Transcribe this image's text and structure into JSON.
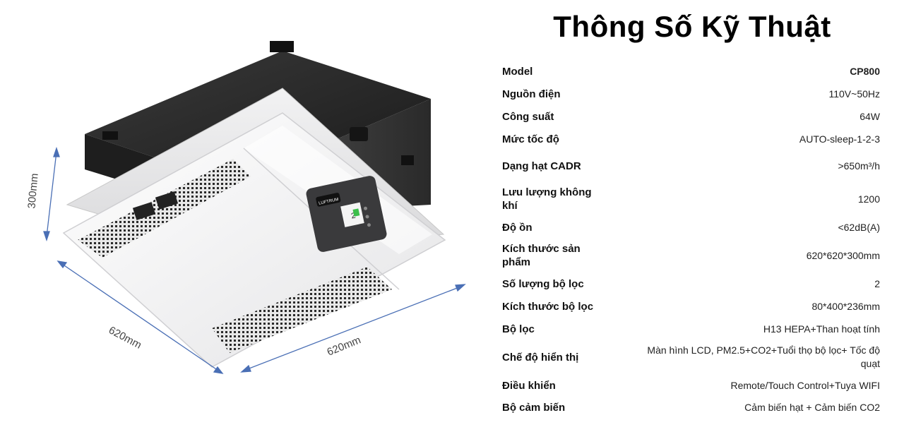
{
  "product": {
    "dimensions": {
      "height": "300mm",
      "depth": "620mm",
      "width": "620mm"
    },
    "display_logo": "LUFTRUM",
    "display_digit": "2"
  },
  "specs": {
    "title": "Thông Số Kỹ Thuật",
    "rows": [
      {
        "key": "Model",
        "value": "CP800"
      },
      {
        "key": "Nguồn điện",
        "value": "110V~50Hz"
      },
      {
        "key": "Công suất",
        "value": "64W"
      },
      {
        "key": "Mức tốc độ",
        "value": "AUTO-sleep-1-2-3"
      },
      {
        "key": "Dạng hạt CADR",
        "value": ">650m³/h"
      },
      {
        "key": "Lưu lượng không khí",
        "value": "1200"
      },
      {
        "key": "Độ ồn",
        "value": "<62dB(A)"
      },
      {
        "key": "Kích thước sản phẩm",
        "value": "620*620*300mm"
      },
      {
        "key": "Số lượng bộ lọc",
        "value": "2"
      },
      {
        "key": "Kích thước bộ lọc",
        "value": "80*400*236mm"
      },
      {
        "key": "Bộ lọc",
        "value": "H13 HEPA+Than hoạt tính"
      },
      {
        "key": "Chế độ hiển thị",
        "value": "Màn hình LCD, PM2.5+CO2+Tuổi thọ bộ lọc+ Tốc độ quạt"
      },
      {
        "key": "Điều khiển",
        "value": "Remote/Touch Control+Tuya WIFI"
      },
      {
        "key": "Bộ cảm biến",
        "value": "Cảm biến hạt + Cảm biến CO2"
      }
    ]
  }
}
